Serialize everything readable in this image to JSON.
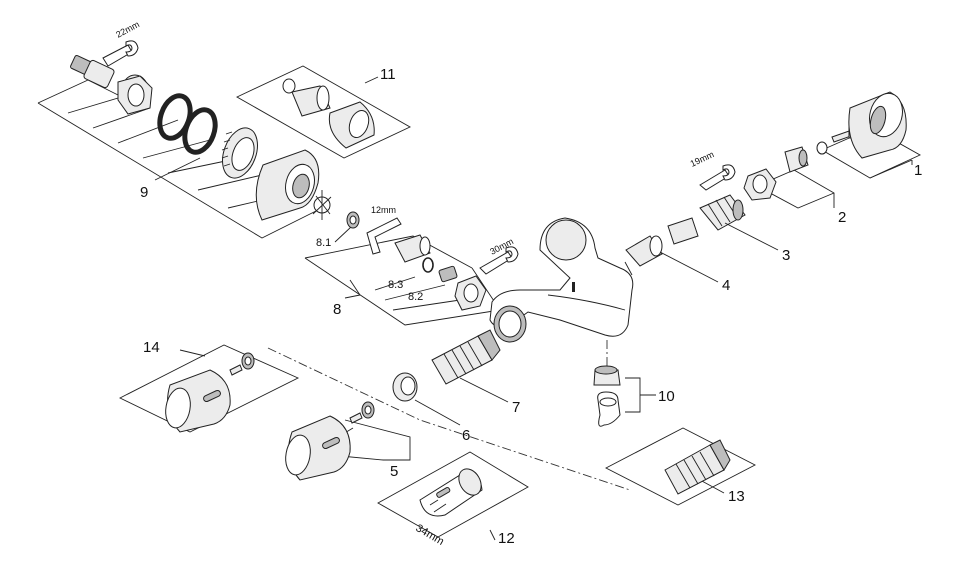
{
  "labels": {
    "l1": "1",
    "l2": "2",
    "l3": "3",
    "l4": "4",
    "l5": "5",
    "l6": "6",
    "l7": "7",
    "l8": "8",
    "l8_1": "8.1",
    "l8_2": "8.2",
    "l8_3": "8.3",
    "l9": "9",
    "l10": "10",
    "l11": "11",
    "l12": "12",
    "l13": "13",
    "l14": "14"
  },
  "tools": {
    "wrench_22": "22mm",
    "wrench_19": "19mm",
    "wrench_30": "30mm",
    "allen_12": "12mm",
    "size_34": "34mm"
  }
}
